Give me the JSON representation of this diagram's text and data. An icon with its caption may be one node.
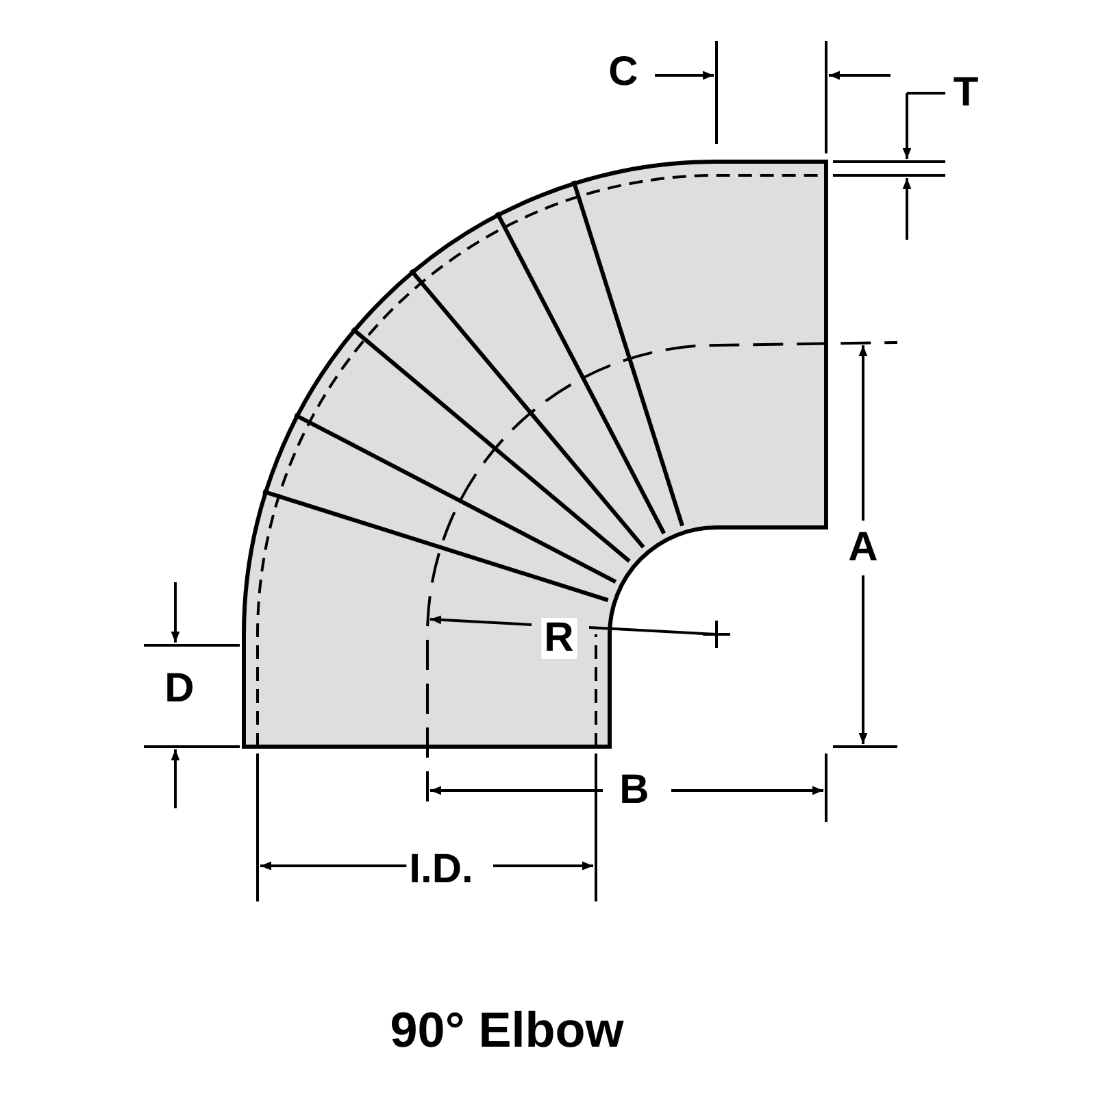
{
  "diagram": {
    "caption": "90° Elbow",
    "labels": [
      "C",
      "T",
      "A",
      "R",
      "D",
      "B",
      "I.D."
    ]
  }
}
